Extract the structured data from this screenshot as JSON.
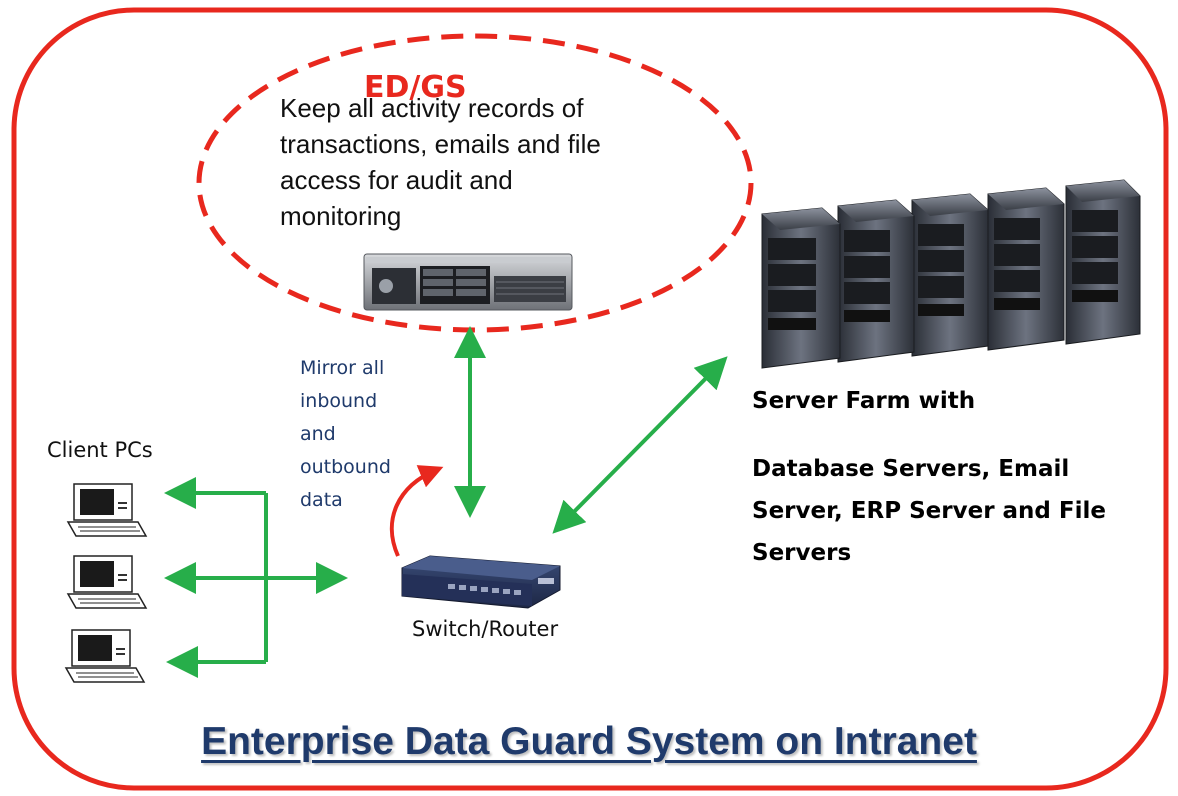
{
  "edgs": {
    "title": "ED/GS",
    "description_lines": [
      "Keep all activity records of",
      "transactions, emails and file",
      "access for audit and",
      "monitoring"
    ]
  },
  "mirror_lines": [
    "Mirror all",
    "inbound",
    "and",
    "outbound",
    "data"
  ],
  "clients": {
    "label": "Client PCs"
  },
  "switch": {
    "label": "Switch/Router"
  },
  "server_farm": {
    "label": "Server Farm with",
    "description_lines": [
      "Database Servers, Email",
      "Server, ERP Server and File",
      "Servers"
    ]
  },
  "footer": {
    "title": "Enterprise Data Guard System on Intranet"
  },
  "colors": {
    "frame_red": "#e8281e",
    "arrow_green": "#27ae4a",
    "title_navy": "#1f3a6b",
    "mirror_text": "#1f3a6b"
  },
  "icons": [
    "edgs-server-icon",
    "server-farm-icon",
    "switch-router-icon",
    "client-pc-icon"
  ]
}
